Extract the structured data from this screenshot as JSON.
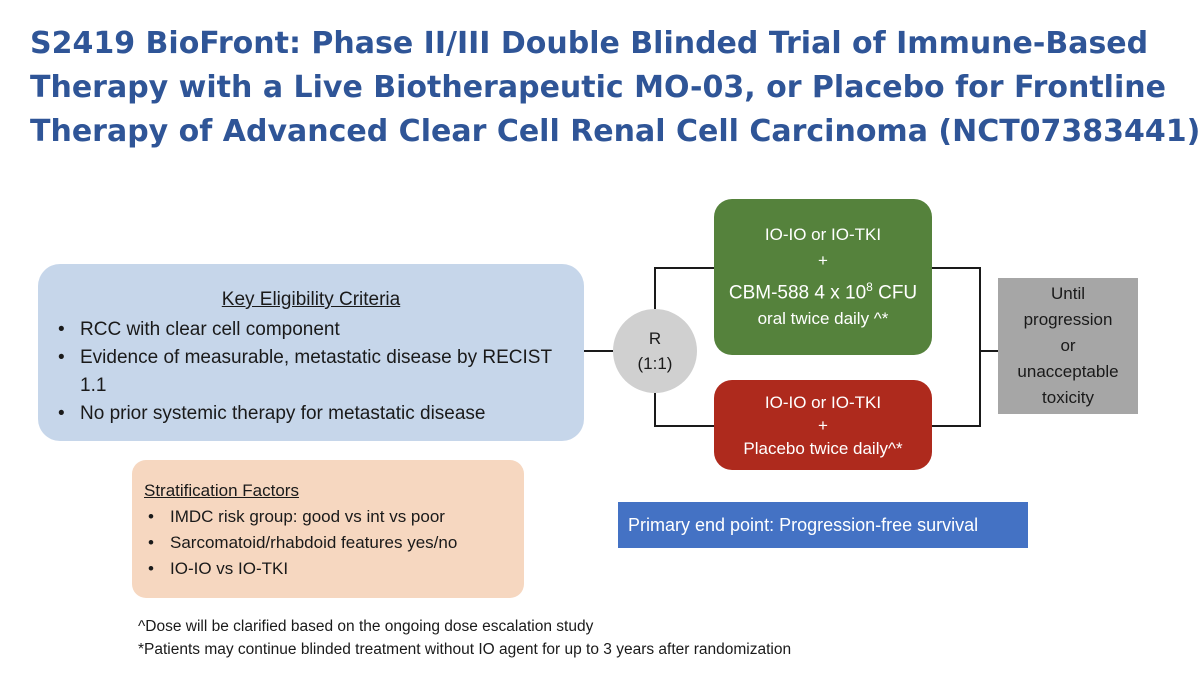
{
  "title": {
    "line1": "S2419 BioFront: Phase II/III Double Blinded Trial of Immune-Based",
    "line2": "Therapy with a Live Biotherapeutic MO-03, or Placebo for Frontline",
    "line3": "Therapy of Advanced Clear Cell Renal Cell Carcinoma (NCT07383441)"
  },
  "eligibility": {
    "heading": "Key Eligibility Criteria",
    "items": [
      "RCC with clear cell component",
      "Evidence of measurable, metastatic disease by RECIST 1.1",
      "No prior systemic therapy for metastatic disease"
    ]
  },
  "stratification": {
    "heading": "Stratification Factors",
    "items": [
      "IMDC risk group: good vs int vs poor",
      "Sarcomatoid/rhabdoid  features yes/no",
      "IO-IO vs IO-TKI"
    ]
  },
  "randomization": {
    "label": "R",
    "ratio": "(1:1)"
  },
  "arm_experimental": {
    "line1": "IO-IO or IO-TKI",
    "plus": "+",
    "drug": "CBM-588 4 x 10",
    "exponent": "8",
    "unit": " CFU",
    "schedule": "oral twice daily ^*",
    "color": "#55823c"
  },
  "arm_placebo": {
    "line1": "IO-IO or IO-TKI",
    "plus": "+",
    "line2": "Placebo twice daily^*",
    "color": "#ae2a1d"
  },
  "until": {
    "line1": "Until",
    "line2": "progression",
    "line3": "or",
    "line4": "unacceptable",
    "line5": "toxicity"
  },
  "endpoint": "Primary end point: Progression-free survival",
  "footnotes": {
    "dose": "^Dose will be clarified based on the ongoing dose escalation study",
    "blinded": "*Patients may continue blinded treatment without IO agent for up to 3 years after randomization"
  },
  "colors": {
    "title": "#2f5597",
    "eligibility_bg": "#c6d6ea",
    "stratification_bg": "#f6d7c0",
    "until_bg": "#a6a6a6",
    "endpoint_bg": "#4472c4"
  }
}
